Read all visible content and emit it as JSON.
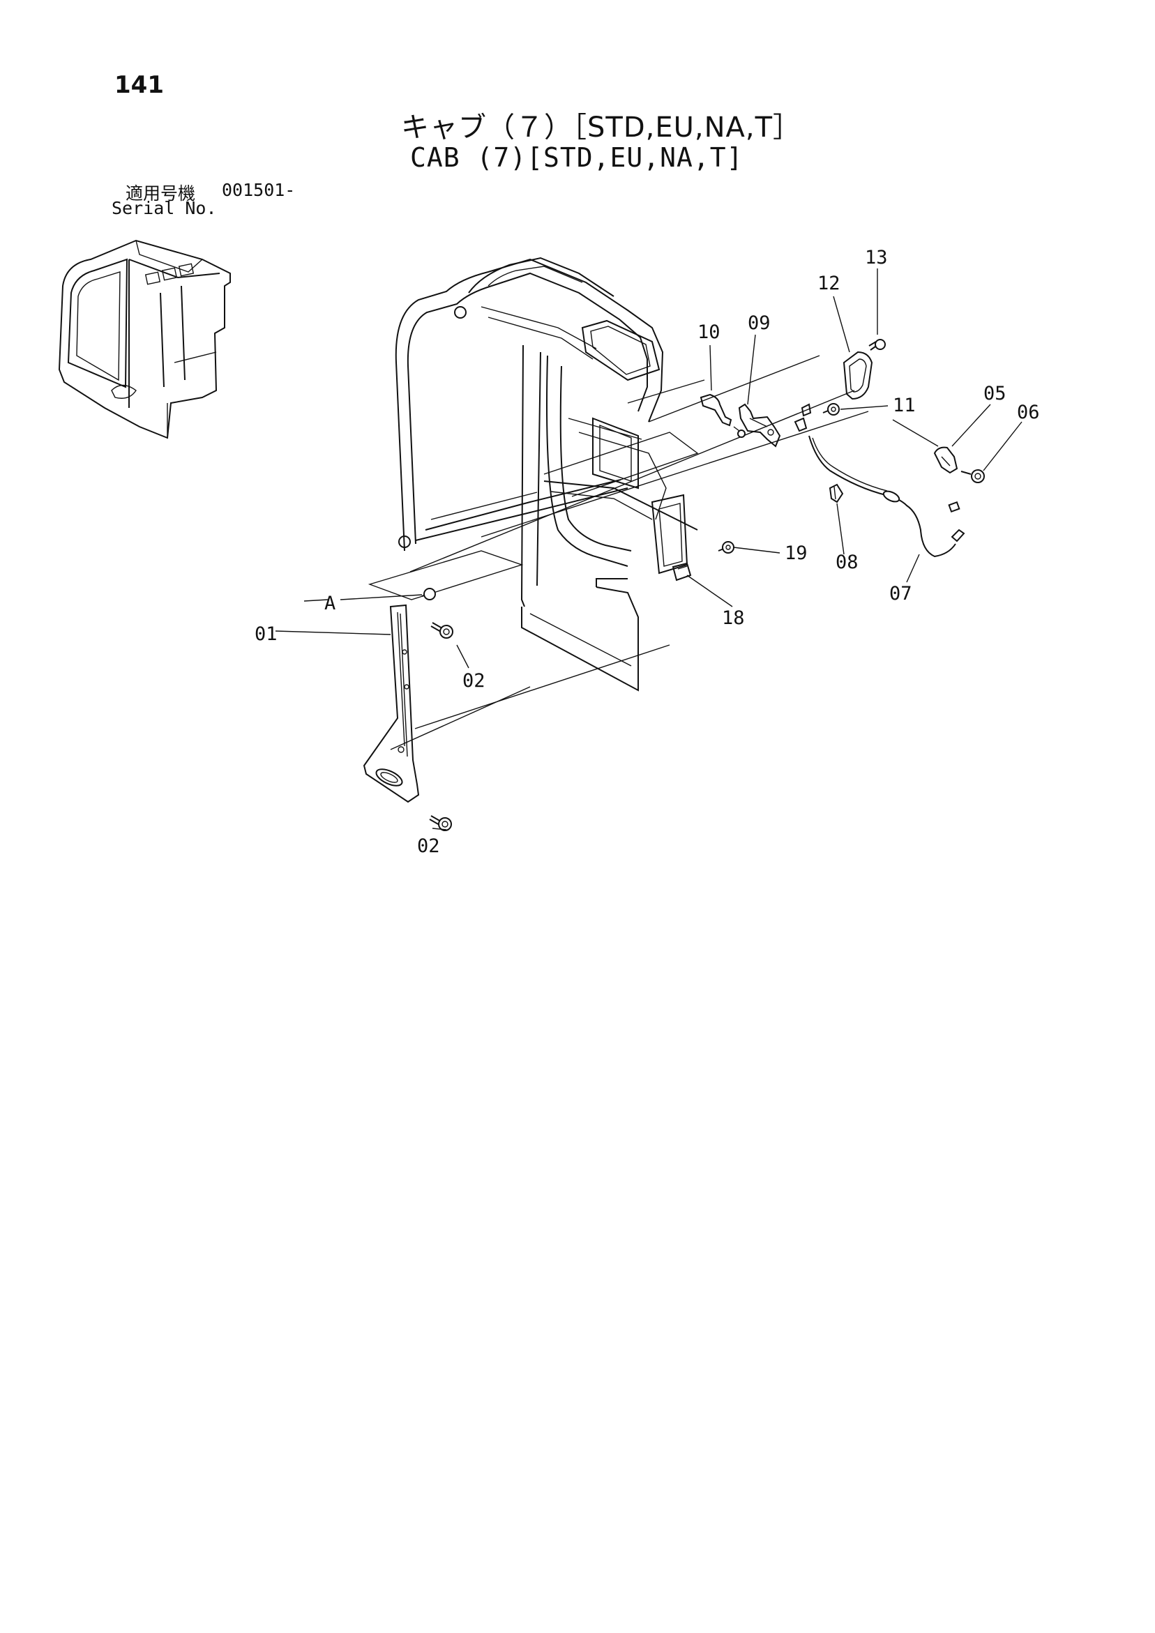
{
  "page_number": "141",
  "title_jp": "キャブ（７）［STD,EU,NA,T］",
  "title_en": "CAB (7)[STD,EU,NA,T]",
  "serial": {
    "label_jp": "適用号機",
    "number": "001501-",
    "label_en": "Serial No."
  },
  "callouts": {
    "c01": "01",
    "c02a": "02",
    "c02b": "02",
    "c05": "05",
    "c06": "06",
    "c07": "07",
    "c08": "08",
    "c09": "09",
    "c10": "10",
    "c11": "11",
    "c12": "12",
    "c13": "13",
    "c18": "18",
    "c19": "19",
    "cA": "A"
  }
}
